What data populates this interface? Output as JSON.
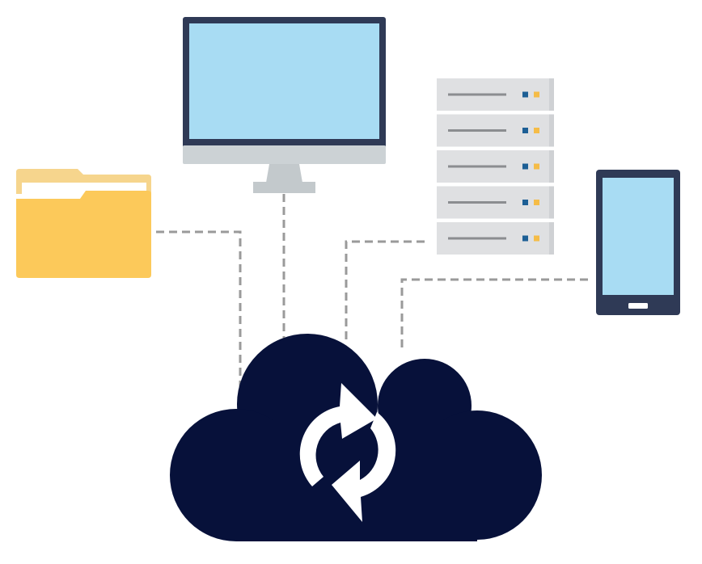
{
  "colors": {
    "background": "#ffffff",
    "cloud": "#07113a",
    "sync_arrows": "#ffffff",
    "connector": "#9a9a9a",
    "screen": "#a8dcf3",
    "monitor_frame": "#2f3a56",
    "monitor_chin": "#ccd2d5",
    "monitor_stand": "#c3c9cc",
    "folder_front": "#fcc95a",
    "folder_back": "#f6d58d",
    "folder_paper": "#ffffff",
    "server_unit": "#dfe0e2",
    "server_edge": "#cfd1d4",
    "server_slot": "#8b8d90",
    "server_led_blue": "#1d5f95",
    "server_led_amber": "#f5bc47",
    "tablet_frame": "#2f3a56",
    "tablet_button": "#ffffff"
  },
  "icons": {
    "center": "cloud-sync-icon",
    "devices": [
      "folder-icon",
      "desktop-monitor-icon",
      "server-rack-icon",
      "tablet-icon"
    ]
  },
  "connections": [
    {
      "from": "folder-icon",
      "to": "cloud-sync-icon",
      "style": "dashed"
    },
    {
      "from": "desktop-monitor-icon",
      "to": "cloud-sync-icon",
      "style": "dashed"
    },
    {
      "from": "server-rack-icon",
      "to": "cloud-sync-icon",
      "style": "dashed"
    },
    {
      "from": "tablet-icon",
      "to": "cloud-sync-icon",
      "style": "dashed"
    }
  ],
  "server": {
    "unit_count": 5
  }
}
